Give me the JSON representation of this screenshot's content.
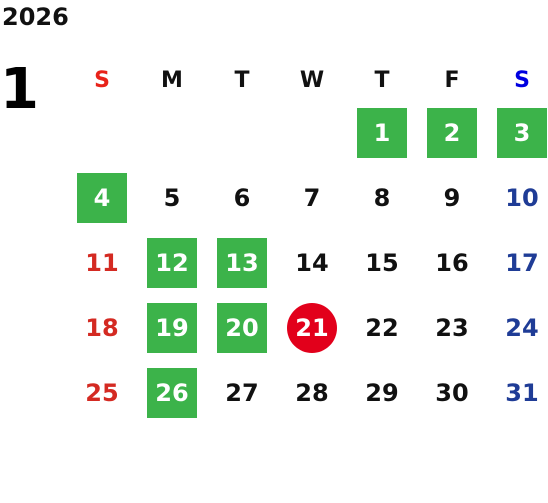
{
  "calendar": {
    "year": "2026",
    "month": "1",
    "weekdays": [
      "S",
      "M",
      "T",
      "W",
      "T",
      "F",
      "S"
    ],
    "weeks": [
      [
        "",
        "",
        "",
        "",
        "1",
        "2",
        "3"
      ],
      [
        "4",
        "5",
        "6",
        "7",
        "8",
        "9",
        "10"
      ],
      [
        "11",
        "12",
        "13",
        "14",
        "15",
        "16",
        "17"
      ],
      [
        "18",
        "19",
        "20",
        "21",
        "22",
        "23",
        "24"
      ],
      [
        "25",
        "26",
        "27",
        "28",
        "29",
        "30",
        "31"
      ]
    ],
    "highlighted_days": [
      "1",
      "2",
      "3",
      "4",
      "12",
      "13",
      "19",
      "20",
      "26"
    ],
    "today": "21"
  },
  "colors": {
    "sunday": "#e8231a",
    "saturday": "#0000e0",
    "sunday_date": "#d42a22",
    "saturday_date": "#1f3c96",
    "highlight": "#3cb34a",
    "today": "#e2001b"
  }
}
